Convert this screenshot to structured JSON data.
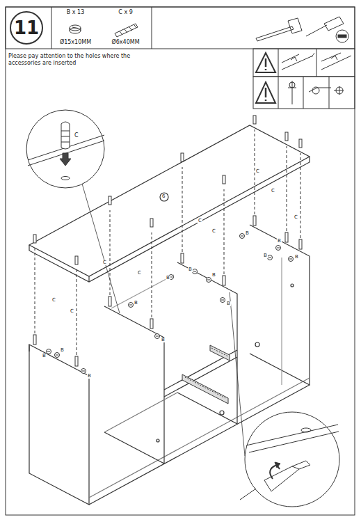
{
  "diagram": {
    "nodes": [
      {
        "text": [
          "11"
        ]
      },
      {
        "text": [
          "B x 13",
          "Ø15x10MM"
        ]
      },
      {
        "text": [
          "C x 9",
          "Ø6x40MM"
        ]
      }
    ],
    "labels": [
      "Please pay attention to the holes where the accessories are inserted",
      "6",
      "C",
      "C",
      "C",
      "C",
      "C",
      "C",
      "C",
      "C",
      "C",
      "C",
      "B",
      "B",
      "B",
      "B",
      "B",
      "B",
      "B",
      "B",
      "B",
      "B",
      "B",
      "B",
      "B"
    ]
  }
}
